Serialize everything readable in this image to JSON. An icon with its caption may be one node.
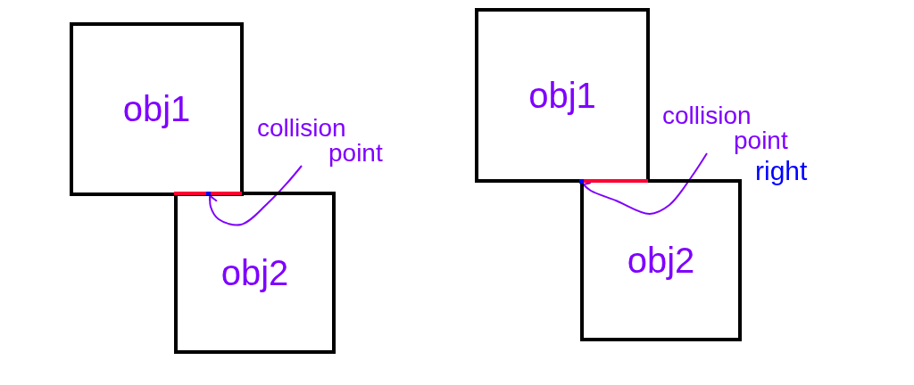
{
  "diagram": {
    "nodes": [
      {
        "text": [
          "obj1"
        ]
      },
      {
        "text": [
          "obj2"
        ]
      },
      {
        "text": [
          "collision point"
        ]
      },
      {
        "text": [],
        "shape": "box"
      },
      {
        "text": [
          "obj1"
        ]
      },
      {
        "text": [
          "obj2"
        ]
      },
      {
        "text": [
          "collision point"
        ],
        "beside": [
          "right"
        ]
      },
      {
        "text": [],
        "shape": "box"
      }
    ],
    "edges": [
      {
        "from": 2,
        "to": 3,
        "arrow": "to"
      },
      {
        "from": 6,
        "to": 7,
        "arrow": "to"
      }
    ]
  }
}
